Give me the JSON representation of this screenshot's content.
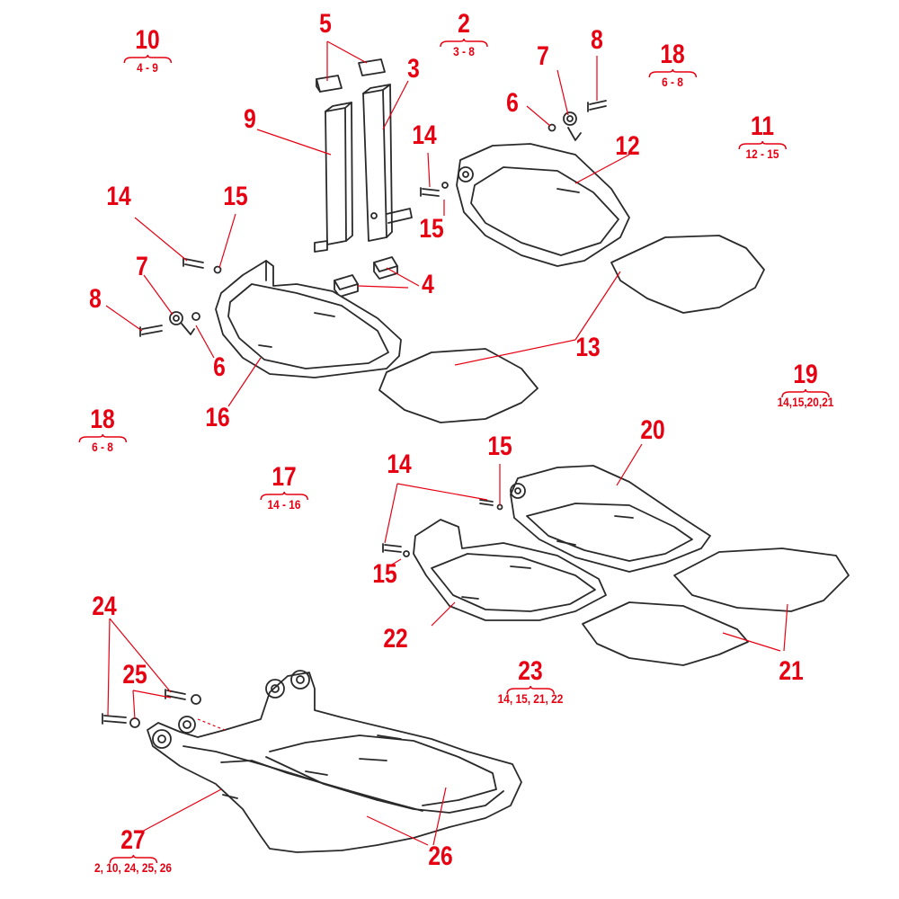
{
  "colors": {
    "callout": "#e60012",
    "outline": "#2a2a2a",
    "leader": "#e60012"
  },
  "callouts": [
    {
      "id": "c2",
      "num": "2",
      "sub": "3 - 8"
    },
    {
      "id": "c3",
      "num": "3",
      "sub": ""
    },
    {
      "id": "c4",
      "num": "4",
      "sub": ""
    },
    {
      "id": "c5",
      "num": "5",
      "sub": ""
    },
    {
      "id": "c6a",
      "num": "6",
      "sub": ""
    },
    {
      "id": "c6b",
      "num": "6",
      "sub": ""
    },
    {
      "id": "c7a",
      "num": "7",
      "sub": ""
    },
    {
      "id": "c7b",
      "num": "7",
      "sub": ""
    },
    {
      "id": "c8a",
      "num": "8",
      "sub": ""
    },
    {
      "id": "c8b",
      "num": "8",
      "sub": ""
    },
    {
      "id": "c9",
      "num": "9",
      "sub": ""
    },
    {
      "id": "c10",
      "num": "10",
      "sub": "4 - 9"
    },
    {
      "id": "c11",
      "num": "11",
      "sub": "12 - 15"
    },
    {
      "id": "c12",
      "num": "12",
      "sub": ""
    },
    {
      "id": "c13",
      "num": "13",
      "sub": ""
    },
    {
      "id": "c14a",
      "num": "14",
      "sub": ""
    },
    {
      "id": "c14b",
      "num": "14",
      "sub": ""
    },
    {
      "id": "c14c",
      "num": "14",
      "sub": ""
    },
    {
      "id": "c15a",
      "num": "15",
      "sub": ""
    },
    {
      "id": "c15b",
      "num": "15",
      "sub": ""
    },
    {
      "id": "c15c",
      "num": "15",
      "sub": ""
    },
    {
      "id": "c15d",
      "num": "15",
      "sub": ""
    },
    {
      "id": "c16",
      "num": "16",
      "sub": ""
    },
    {
      "id": "c17",
      "num": "17",
      "sub": "14 - 16"
    },
    {
      "id": "c18a",
      "num": "18",
      "sub": "6 - 8"
    },
    {
      "id": "c18b",
      "num": "18",
      "sub": "6 - 8"
    },
    {
      "id": "c19",
      "num": "19",
      "sub": "14,15,20,21"
    },
    {
      "id": "c20",
      "num": "20",
      "sub": ""
    },
    {
      "id": "c21",
      "num": "21",
      "sub": ""
    },
    {
      "id": "c22",
      "num": "22",
      "sub": ""
    },
    {
      "id": "c23",
      "num": "23",
      "sub": "14, 15, 21, 22"
    },
    {
      "id": "c24",
      "num": "24",
      "sub": ""
    },
    {
      "id": "c25",
      "num": "25",
      "sub": ""
    },
    {
      "id": "c26",
      "num": "26",
      "sub": ""
    },
    {
      "id": "c27",
      "num": "27",
      "sub": "2, 10, 24, 25, 26"
    }
  ]
}
